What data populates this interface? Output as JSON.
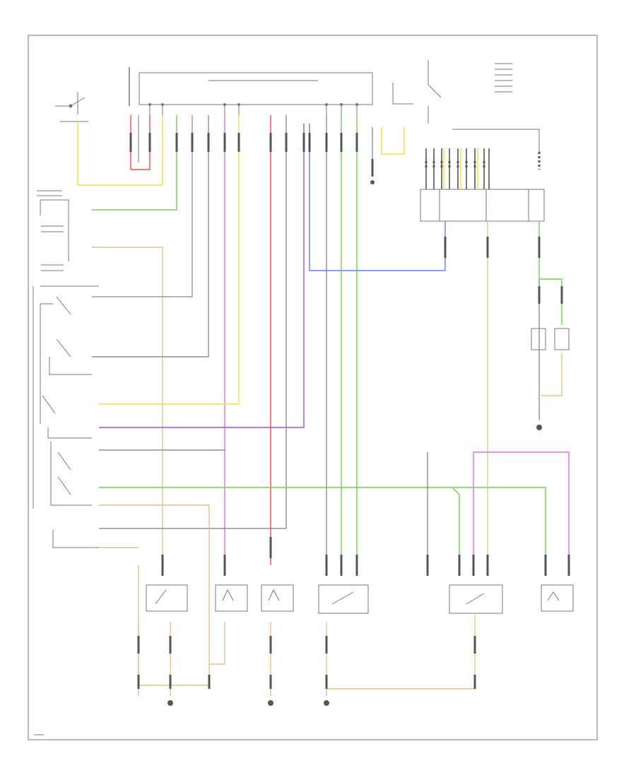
{
  "diagram": {
    "footer_code": "",
    "labels": [],
    "wires": [
      {
        "id": "yellow-feed",
        "color": "#f2e23a"
      },
      {
        "id": "red-loop",
        "color": "#f04a4a"
      },
      {
        "id": "green-lead",
        "color": "#6fd34e"
      },
      {
        "id": "tan-lead",
        "color": "#e3c488"
      },
      {
        "id": "magenta-lead",
        "color": "#e66ae6"
      },
      {
        "id": "blue-lead",
        "color": "#6a78f0"
      },
      {
        "id": "gray-lead",
        "color": "#7b7b7b"
      },
      {
        "id": "purple-lead",
        "color": "#a050d8"
      }
    ],
    "grounds": 4
  }
}
